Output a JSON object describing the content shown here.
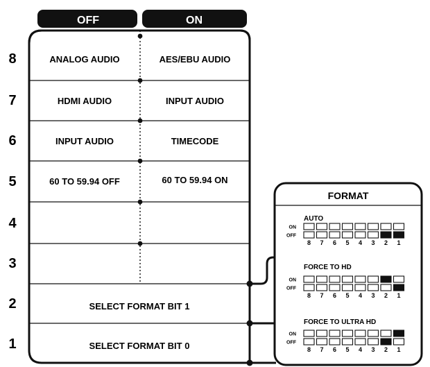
{
  "header": {
    "off_label": "OFF",
    "on_label": "ON"
  },
  "switches": [
    {
      "number": "8",
      "off": "ANALOG AUDIO",
      "on": "AES/EBU AUDIO"
    },
    {
      "number": "7",
      "off": "HDMI AUDIO",
      "on": "INPUT AUDIO"
    },
    {
      "number": "6",
      "off": "INPUT AUDIO",
      "on": "TIMECODE"
    },
    {
      "number": "5",
      "off": "60 TO 59.94 OFF",
      "on": "60 TO 59.94 ON"
    },
    {
      "number": "4",
      "off": "",
      "on": ""
    },
    {
      "number": "3",
      "off": "",
      "on": ""
    },
    {
      "number": "2",
      "span": "SELECT FORMAT BIT 1"
    },
    {
      "number": "1",
      "span": "SELECT FORMAT BIT 0"
    }
  ],
  "format_panel": {
    "title": "FORMAT",
    "on_label": "ON",
    "off_label": "OFF",
    "bit_numbers": [
      "8",
      "7",
      "6",
      "5",
      "4",
      "3",
      "2",
      "1"
    ],
    "modes": [
      {
        "label": "AUTO",
        "on_filled": [],
        "off_filled": [
          "2",
          "1"
        ]
      },
      {
        "label": "FORCE TO HD",
        "on_filled": [
          "2"
        ],
        "off_filled": [
          "1"
        ]
      },
      {
        "label": "FORCE TO ULTRA HD",
        "on_filled": [
          "1"
        ],
        "off_filled": [
          "2"
        ]
      }
    ]
  }
}
